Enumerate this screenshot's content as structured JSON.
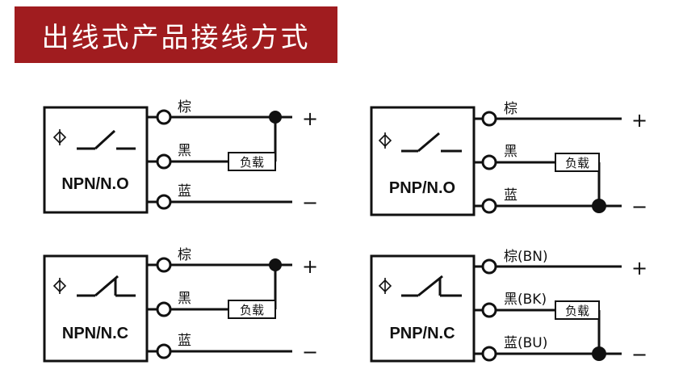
{
  "title": "出线式产品接线方式",
  "load_label": "负载",
  "plus_sign": "+",
  "minus_sign": "−",
  "diagrams": [
    {
      "model": "NPN/N.O",
      "type": "NPN",
      "contact": "normally-open",
      "wires": [
        {
          "label": "棕",
          "terminal": "+"
        },
        {
          "label": "黑",
          "terminal": "load"
        },
        {
          "label": "蓝",
          "terminal": "−"
        }
      ],
      "load_connected_to": "+"
    },
    {
      "model": "PNP/N.O",
      "type": "PNP",
      "contact": "normally-open",
      "wires": [
        {
          "label": "棕",
          "terminal": "+"
        },
        {
          "label": "黑",
          "terminal": "load"
        },
        {
          "label": "蓝",
          "terminal": "−"
        }
      ],
      "load_connected_to": "−"
    },
    {
      "model": "NPN/N.C",
      "type": "NPN",
      "contact": "normally-closed",
      "wires": [
        {
          "label": "棕",
          "terminal": "+"
        },
        {
          "label": "黑",
          "terminal": "load"
        },
        {
          "label": "蓝",
          "terminal": "−"
        }
      ],
      "load_connected_to": "+"
    },
    {
      "model": "PNP/N.C",
      "type": "PNP",
      "contact": "normally-closed",
      "wires": [
        {
          "label": "棕(BN)",
          "terminal": "+"
        },
        {
          "label": "黑(BK)",
          "terminal": "load"
        },
        {
          "label": "蓝(BU)",
          "terminal": "−"
        }
      ],
      "load_connected_to": "−"
    }
  ]
}
